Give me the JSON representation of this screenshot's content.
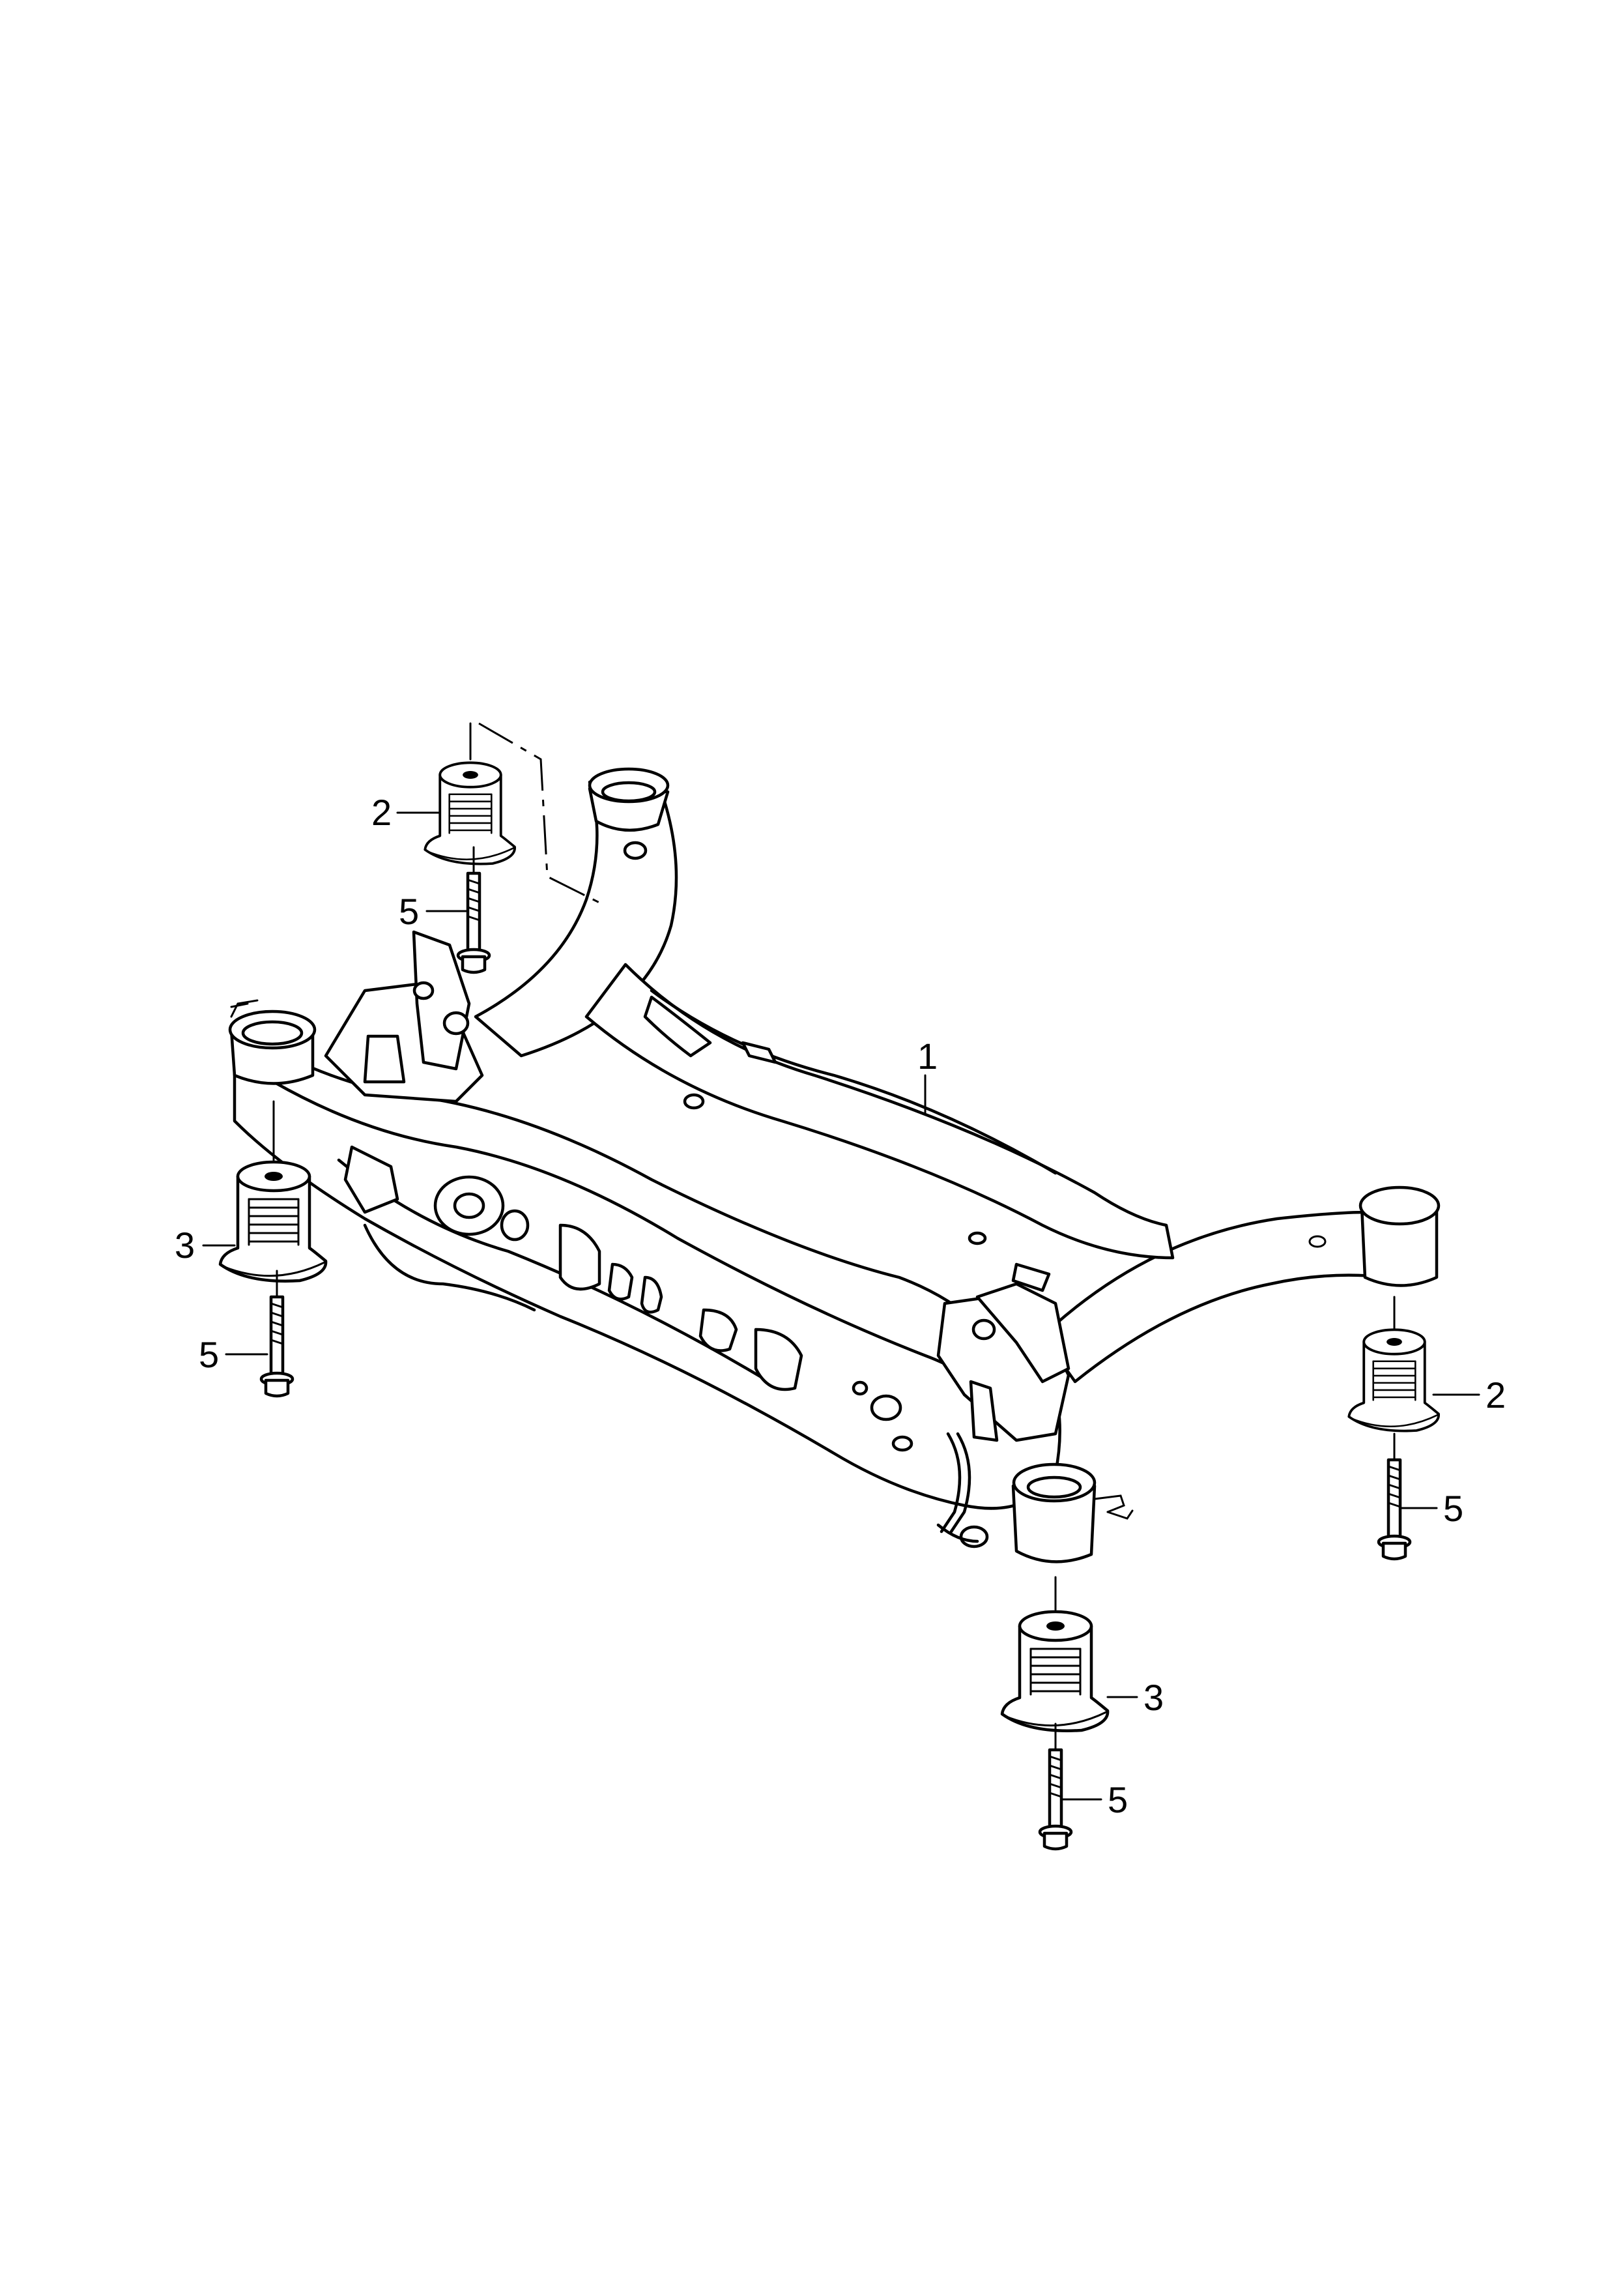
{
  "callouts": [
    {
      "id": "c1",
      "text": "1"
    },
    {
      "id": "c2a",
      "text": "2"
    },
    {
      "id": "c2b",
      "text": "2"
    },
    {
      "id": "c3a",
      "text": "3"
    },
    {
      "id": "c3b",
      "text": "3"
    },
    {
      "id": "c5a",
      "text": "5"
    },
    {
      "id": "c5b",
      "text": "5"
    },
    {
      "id": "c5c",
      "text": "5"
    },
    {
      "id": "c5d",
      "text": "5"
    }
  ]
}
